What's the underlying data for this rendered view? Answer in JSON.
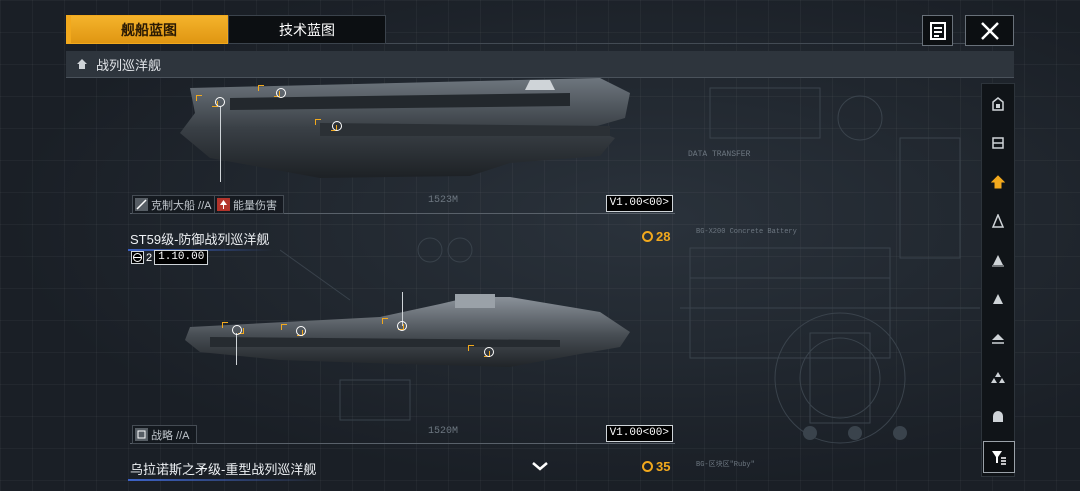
{
  "tabs": [
    {
      "label": "舰船蓝图",
      "active": true
    },
    {
      "label": "技术蓝图",
      "active": false
    }
  ],
  "header": {
    "category_label": "战列巡洋舰"
  },
  "ships": [
    {
      "tags": [
        "克制大船 //A",
        "能量伤害"
      ],
      "version": "V1.00<00>"
    },
    {
      "name": "ST59级-防御战列巡洋舰",
      "cost": "28",
      "level": "2",
      "level_version": "1.10.00",
      "tags": [
        "战略 //A"
      ],
      "version": "V1.00<00>"
    },
    {
      "name": "乌拉诺斯之矛级-重型战列巡洋舰",
      "cost": "35"
    }
  ],
  "decor": {
    "data_transfer": "DATA TRANSFER",
    "dist1": "1523M",
    "dist2": "1520M",
    "battery": "BG-X200 Concrete Battery",
    "ruby": "BG-区块区\"Ruby\""
  },
  "colors": {
    "accent": "#f2a91d",
    "name_underline": "#3d63c8"
  }
}
